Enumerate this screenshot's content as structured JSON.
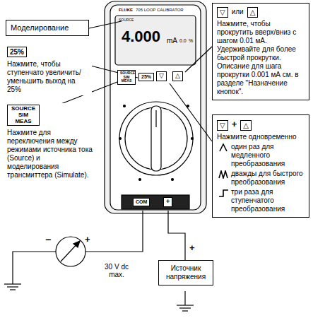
{
  "diagram": {
    "nodes": [
      {
        "text": [
          "Моделирование"
        ]
      },
      {
        "text": [
          "25%",
          "Нажмите, чтобы ступенчато увеличить/уменьшить выход на 25%"
        ]
      },
      {
        "text": [
          "SOURCE SIM MEAS",
          "Нажмите для переключения между режимами источника тока (Source) и моделирования трансмиттера (Simulate)."
        ]
      },
      {
        "text": [
          "▽",
          "или",
          "△",
          "Нажмите, чтобы прокрутить вверх/вниз с шагом 0.01 мА. Удерживайте для более быстрой прокрутки. Описание для шага прокрутки 0.001 мА см. в разделе \"Назначение кнопок\"."
        ]
      },
      {
        "text": [
          "▽",
          "+",
          "△",
          "Нажмите одновременно",
          "один раз для медленного преобразования",
          "дважды для быстрого преобразования",
          "три раза для ступенчатого преобразования"
        ]
      },
      {
        "text": [
          "Источник напряжения"
        ]
      }
    ],
    "labels": [
      "FLUKE",
      "705 LOOP CALIBRATOR",
      "SOURCE",
      "4.000",
      "mA",
      "0.0",
      "%",
      "SOURCE SIM MEAS",
      "25%",
      "▽",
      "△",
      "COM",
      "+",
      "−",
      "+",
      "+",
      "30 V dc max."
    ]
  }
}
